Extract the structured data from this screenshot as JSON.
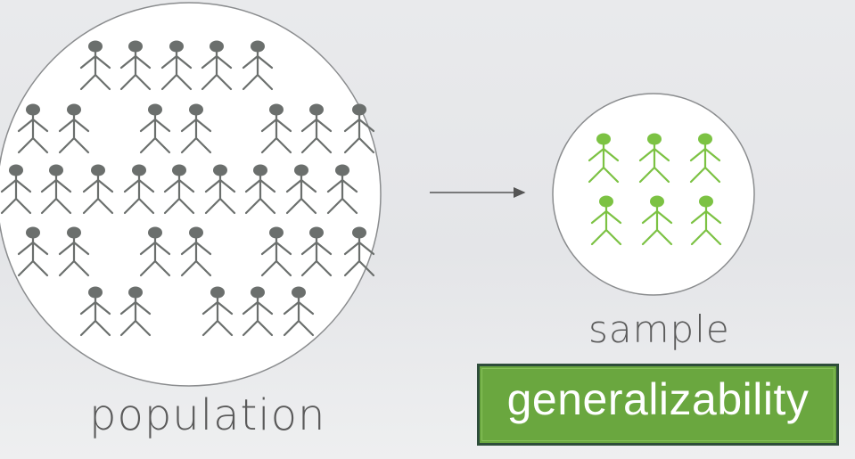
{
  "population": {
    "label": "population",
    "figure_color": "#6b6f6d"
  },
  "sample": {
    "label": "sample",
    "figure_color": "#7cc243"
  },
  "callout": {
    "text": "generalizability",
    "fill_color": "#6aa73f",
    "border_color": "#2e4d3a"
  },
  "icons": {
    "person": "stick-figure-icon",
    "flow": "right-arrow-icon"
  }
}
